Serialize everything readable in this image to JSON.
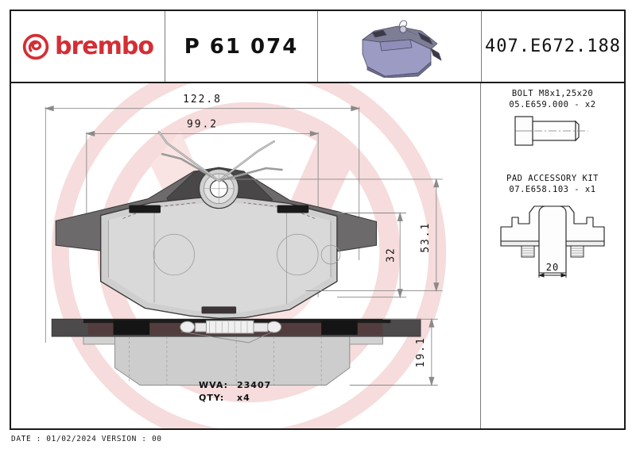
{
  "header": {
    "brand": "brembo",
    "brand_color": "#d42e35",
    "brand_logo_icon": "brembo-swirl-icon",
    "product_code": "P 61 074",
    "product_image_icon": "brake-pad-3d-render",
    "reference_code": "407.E672.188"
  },
  "sidebar": {
    "bolt": {
      "title": "BOLT M8x1,25x20",
      "part": "05.E659.000 - x2",
      "icon": "hex-bolt-drawing"
    },
    "accessory_kit": {
      "title": "PAD ACCESSORY KIT",
      "part": "07.E658.103 - x1",
      "icon": "pad-accessory-clip-drawing",
      "dimension": "20"
    }
  },
  "drawing": {
    "front_view": {
      "icon": "brake-pad-front-view",
      "dimensions": {
        "overall_width": "122.8",
        "backing_width": "99.2",
        "overall_height": "53.1",
        "friction_height": "32"
      }
    },
    "side_view": {
      "icon": "brake-pad-side-view",
      "dimensions": {
        "thickness": "19.1"
      }
    },
    "labels": {
      "wva_key": "WVA:",
      "wva_value": "23407",
      "qty_key": "QTY:",
      "qty_value": "x4"
    },
    "watermark_color": "#f7dede"
  },
  "footer": {
    "text": "DATE : 01/02/2024 VERSION : 00"
  }
}
